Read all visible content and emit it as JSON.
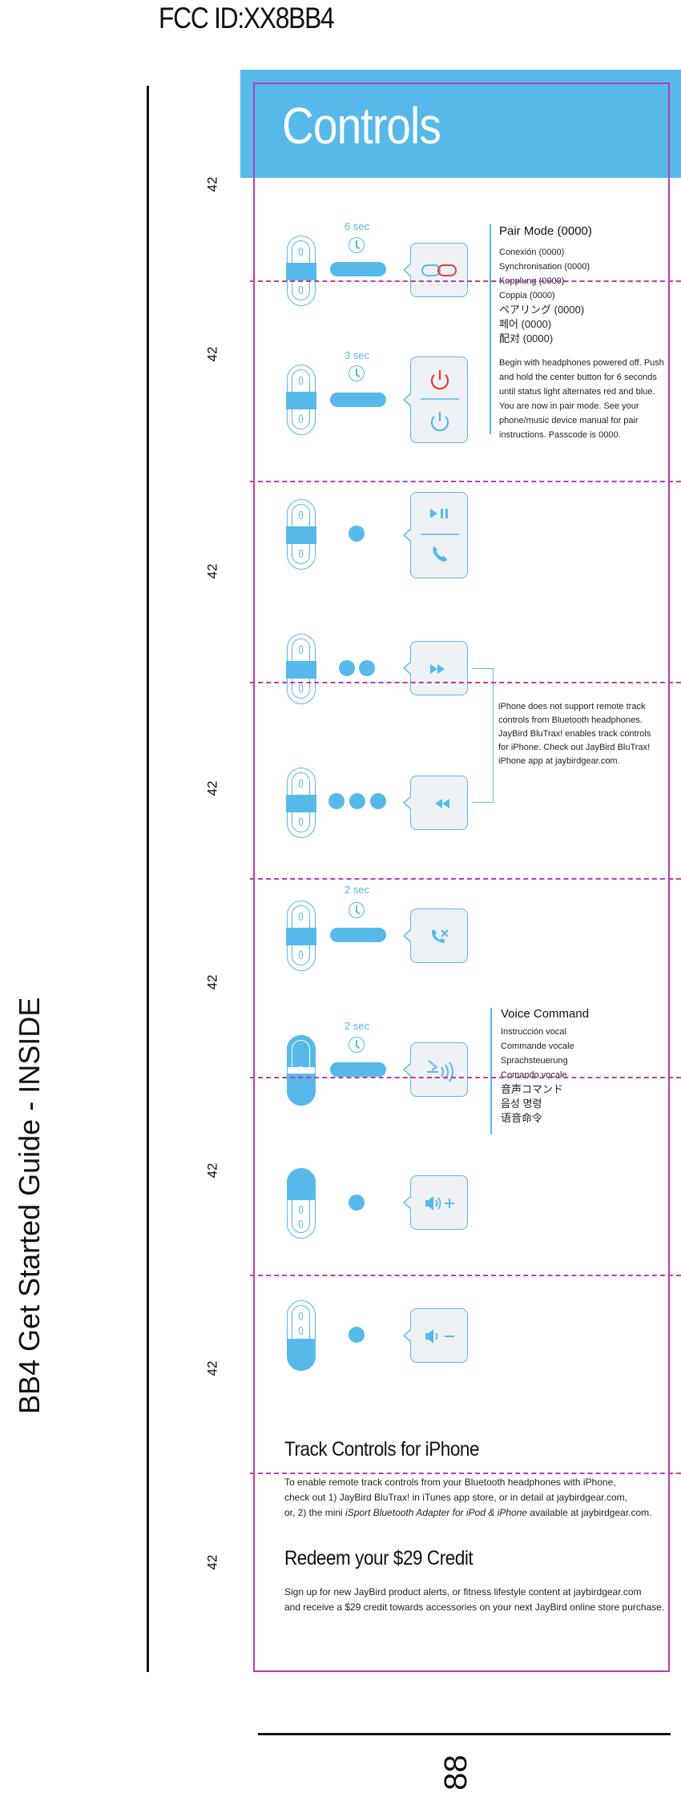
{
  "fcc_id": "FCC ID:XX8BB4",
  "guide_label": "BB4 Get Started Guide - INSIDE",
  "page_number": "88",
  "margin_number": "42",
  "header": {
    "title": "Controls"
  },
  "controls": {
    "pair_sec": "6 sec",
    "power_sec": "3 sec",
    "redial_sec": "2 sec",
    "voice_sec": "2 sec"
  },
  "pair_mode": {
    "title": "Pair Mode (0000)",
    "translations": [
      "Conexión (0000)",
      "Synchronisation (0000)",
      "Kopplung (0000)",
      "Coppia (0000)",
      "ペアリング (0000)",
      "페어 (0000)",
      "配对 (0000)"
    ],
    "description": "Begin with headphones powered off. Push and hold the center button for 6 seconds until status light alternates red and blue. You are now in pair mode. See your phone/music device manual for pair instructions. Passcode is 0000."
  },
  "iphone_note": "iPhone does not support remote track controls from Bluetooth headphones. JayBird BluTrax! enables track controls for iPhone. Check out JayBird BluTrax! iPhone app at jaybirdgear.com.",
  "voice_command": {
    "title": "Voice Command",
    "translations": [
      "Instrucción vocal",
      "Commande vocale",
      "Sprachsteuerung",
      "Comando vocale",
      "音声コマンド",
      "음성 명령",
      "语音命令"
    ]
  },
  "track_controls": {
    "title": "Track Controls for iPhone",
    "line1": "To enable remote track controls from your Bluetooth headphones with iPhone,",
    "line2": "check out 1) JayBird BluTrax! in iTunes app store, or in detail at jaybirdgear.com,",
    "line3_pre": "or, 2) the mini ",
    "line3_em": "iSport Bluetooth Adapter for iPod & iPhone",
    "line3_post": " available at jaybirdgear.com."
  },
  "redeem": {
    "title": "Redeem your $29 Credit",
    "line1": "Sign up for new JayBird product alerts, or fitness lifestyle content at jaybirdgear.com",
    "line2": "and receive a $29 credit towards accessories on your next JayBird online store purchase."
  },
  "colors": {
    "brand_blue": "#56b9ea",
    "guide_magenta": "#b83bb0",
    "power_red": "#e63b3b"
  }
}
